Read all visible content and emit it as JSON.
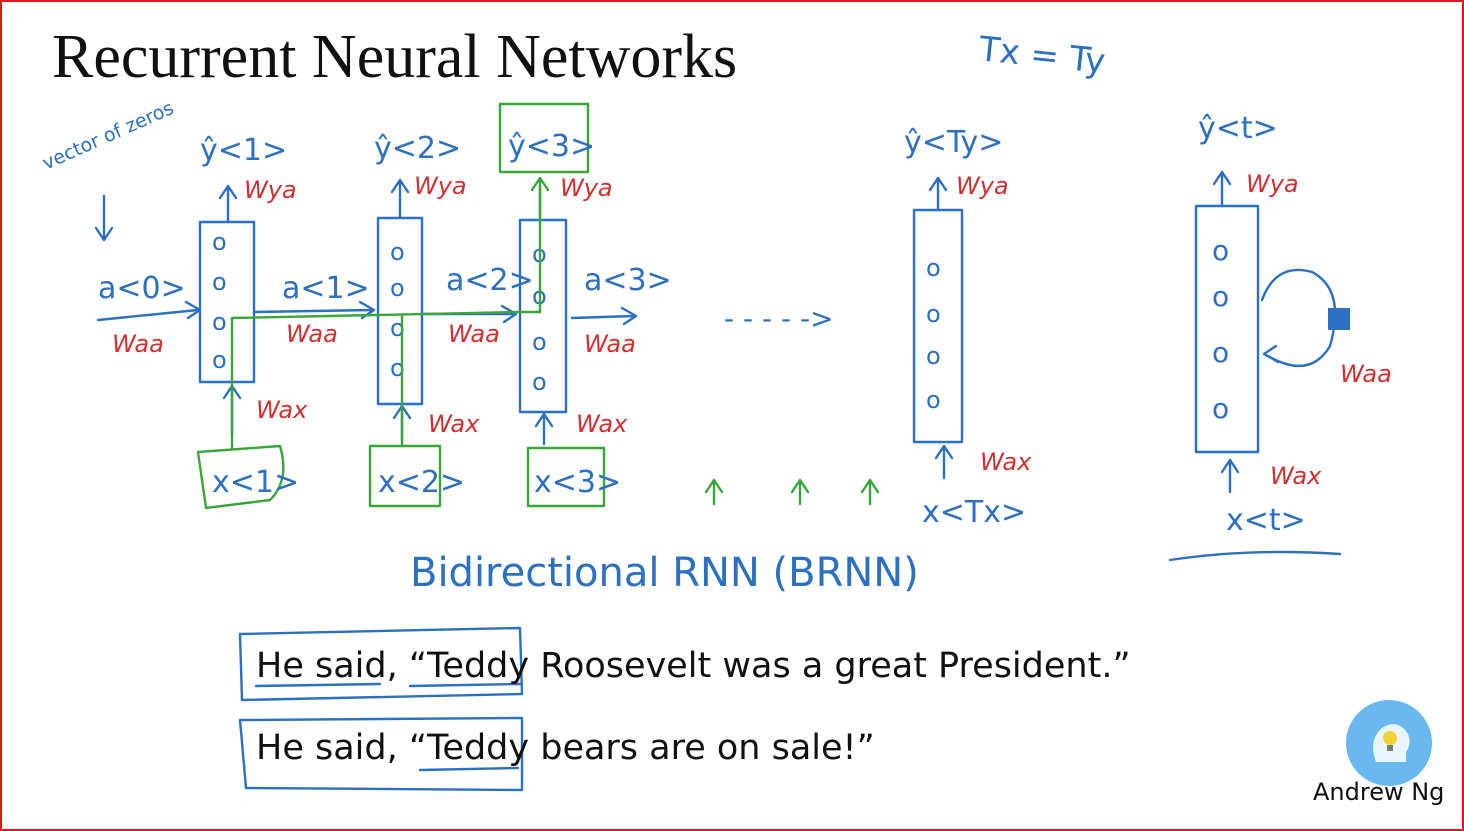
{
  "slide": {
    "title": "Recurrent Neural Networks",
    "author": "Andrew Ng",
    "colors": {
      "border": "#e01818",
      "ink_blue": "#2d6fc1",
      "ink_red": "#d03030",
      "ink_green": "#3aa53a"
    }
  },
  "sentences": [
    "He said, “Teddy Roosevelt was a great President.”",
    "He said, “Teddy bears are on sale!”"
  ],
  "annotations": {
    "tx_ty": "Tx = Ty",
    "vector_of_zeros": "vector of zeros",
    "brnn_caption": "Bidirectional RNN (BRNN)",
    "a0": "a<0>",
    "a1": "a<1>",
    "a2": "a<2>",
    "a3": "a<3>",
    "y1": "ŷ<1>",
    "y2": "ŷ<2>",
    "y3": "ŷ<3>",
    "yty": "ŷ<Ty>",
    "yt": "ŷ<t>",
    "x1": "x<1>",
    "x2": "x<2>",
    "x3": "x<3>",
    "xtx": "x<Tx>",
    "xt": "x<t>",
    "wya": "Wya",
    "waa": "Waa",
    "wax": "Wax",
    "dots": "- - - - ->"
  },
  "icons": {
    "logo": "lightbulb-head-icon"
  }
}
